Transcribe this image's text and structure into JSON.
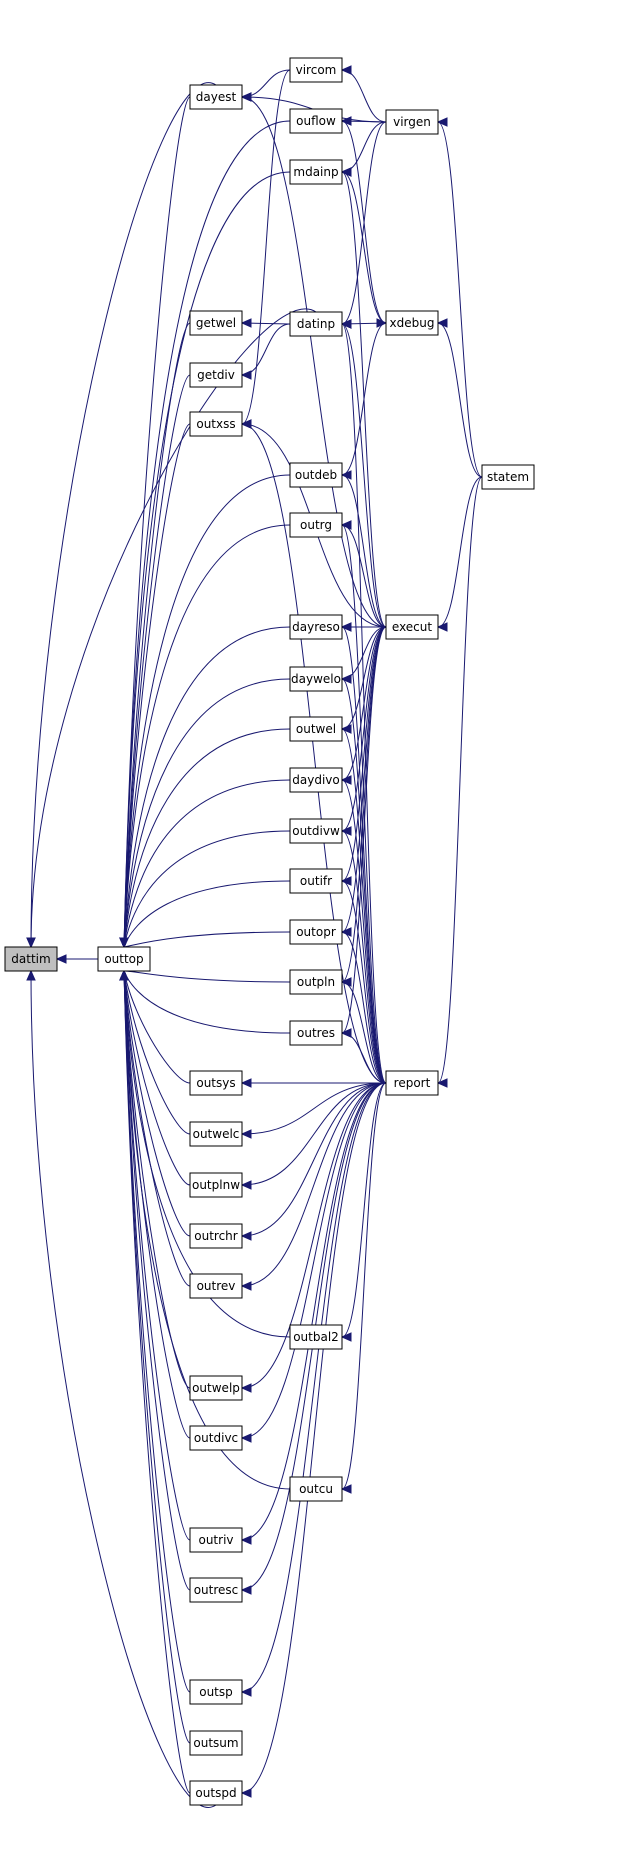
{
  "graph": {
    "edge_color": "#191970",
    "highlight_fill": "#bfbfbf",
    "nodes": [
      {
        "id": "dattim",
        "label": "dattim",
        "highlight": true
      },
      {
        "id": "outtop",
        "label": "outtop"
      },
      {
        "id": "dayest",
        "label": "dayest"
      },
      {
        "id": "vircom",
        "label": "vircom"
      },
      {
        "id": "ouflow",
        "label": "ouflow"
      },
      {
        "id": "virgen",
        "label": "virgen"
      },
      {
        "id": "mdainp",
        "label": "mdainp"
      },
      {
        "id": "getwel",
        "label": "getwel"
      },
      {
        "id": "datinp",
        "label": "datinp"
      },
      {
        "id": "xdebug",
        "label": "xdebug"
      },
      {
        "id": "getdiv",
        "label": "getdiv"
      },
      {
        "id": "outxss",
        "label": "outxss"
      },
      {
        "id": "statem",
        "label": "statem"
      },
      {
        "id": "outdeb",
        "label": "outdeb"
      },
      {
        "id": "outrg",
        "label": "outrg"
      },
      {
        "id": "dayreso",
        "label": "dayreso"
      },
      {
        "id": "execut",
        "label": "execut"
      },
      {
        "id": "daywelo",
        "label": "daywelo"
      },
      {
        "id": "outwel",
        "label": "outwel"
      },
      {
        "id": "daydivo",
        "label": "daydivo"
      },
      {
        "id": "outdivw",
        "label": "outdivw"
      },
      {
        "id": "outifr",
        "label": "outifr"
      },
      {
        "id": "outopr",
        "label": "outopr"
      },
      {
        "id": "outpln",
        "label": "outpln"
      },
      {
        "id": "outres",
        "label": "outres"
      },
      {
        "id": "outsys",
        "label": "outsys"
      },
      {
        "id": "report",
        "label": "report"
      },
      {
        "id": "outwelc",
        "label": "outwelc"
      },
      {
        "id": "outplnw",
        "label": "outplnw"
      },
      {
        "id": "outrchr",
        "label": "outrchr"
      },
      {
        "id": "outrev",
        "label": "outrev"
      },
      {
        "id": "outbal2",
        "label": "outbal2"
      },
      {
        "id": "outwelp",
        "label": "outwelp"
      },
      {
        "id": "outdivc",
        "label": "outdivc"
      },
      {
        "id": "outcu",
        "label": "outcu"
      },
      {
        "id": "outriv",
        "label": "outriv"
      },
      {
        "id": "outresc",
        "label": "outresc"
      },
      {
        "id": "outsp",
        "label": "outsp"
      },
      {
        "id": "outsum",
        "label": "outsum"
      },
      {
        "id": "outspd",
        "label": "outspd"
      }
    ],
    "edges": [
      {
        "from": "outtop",
        "to": "dattim"
      },
      {
        "from": "dayest",
        "to": "dattim"
      },
      {
        "from": "datinp",
        "to": "dattim"
      },
      {
        "from": "outspd",
        "to": "dattim"
      },
      {
        "from": "dayest",
        "to": "outtop"
      },
      {
        "from": "ouflow",
        "to": "outtop"
      },
      {
        "from": "mdainp",
        "to": "outtop"
      },
      {
        "from": "getwel",
        "to": "outtop"
      },
      {
        "from": "getdiv",
        "to": "outtop"
      },
      {
        "from": "outxss",
        "to": "outtop"
      },
      {
        "from": "outdeb",
        "to": "outtop"
      },
      {
        "from": "outrg",
        "to": "outtop"
      },
      {
        "from": "dayreso",
        "to": "outtop"
      },
      {
        "from": "daywelo",
        "to": "outtop"
      },
      {
        "from": "outwel",
        "to": "outtop"
      },
      {
        "from": "daydivo",
        "to": "outtop"
      },
      {
        "from": "outdivw",
        "to": "outtop"
      },
      {
        "from": "outifr",
        "to": "outtop"
      },
      {
        "from": "outopr",
        "to": "outtop"
      },
      {
        "from": "outpln",
        "to": "outtop"
      },
      {
        "from": "outres",
        "to": "outtop"
      },
      {
        "from": "outsys",
        "to": "outtop"
      },
      {
        "from": "outwelc",
        "to": "outtop"
      },
      {
        "from": "outplnw",
        "to": "outtop"
      },
      {
        "from": "outrchr",
        "to": "outtop"
      },
      {
        "from": "outrev",
        "to": "outtop"
      },
      {
        "from": "outbal2",
        "to": "outtop"
      },
      {
        "from": "outwelp",
        "to": "outtop"
      },
      {
        "from": "outdivc",
        "to": "outtop"
      },
      {
        "from": "outcu",
        "to": "outtop"
      },
      {
        "from": "outriv",
        "to": "outtop"
      },
      {
        "from": "outresc",
        "to": "outtop"
      },
      {
        "from": "outsp",
        "to": "outtop"
      },
      {
        "from": "outsum",
        "to": "outtop"
      },
      {
        "from": "outspd",
        "to": "outtop"
      },
      {
        "from": "vircom",
        "to": "dayest"
      },
      {
        "from": "virgen",
        "to": "dayest"
      },
      {
        "from": "execut",
        "to": "dayest"
      },
      {
        "from": "virgen",
        "to": "vircom"
      },
      {
        "from": "virgen",
        "to": "ouflow"
      },
      {
        "from": "xdebug",
        "to": "ouflow"
      },
      {
        "from": "statem",
        "to": "virgen"
      },
      {
        "from": "virgen",
        "to": "mdainp"
      },
      {
        "from": "xdebug",
        "to": "mdainp"
      },
      {
        "from": "execut",
        "to": "mdainp"
      },
      {
        "from": "datinp",
        "to": "getwel"
      },
      {
        "from": "datinp",
        "to": "getdiv"
      },
      {
        "from": "virgen",
        "to": "datinp"
      },
      {
        "from": "xdebug",
        "to": "datinp"
      },
      {
        "from": "execut",
        "to": "datinp"
      },
      {
        "from": "report",
        "to": "datinp"
      },
      {
        "from": "statem",
        "to": "xdebug"
      },
      {
        "from": "outdeb",
        "to": "xdebug"
      },
      {
        "from": "vircom",
        "to": "outxss"
      },
      {
        "from": "execut",
        "to": "outxss"
      },
      {
        "from": "report",
        "to": "outxss"
      },
      {
        "from": "execut",
        "to": "outdeb"
      },
      {
        "from": "execut",
        "to": "outrg"
      },
      {
        "from": "report",
        "to": "outrg"
      },
      {
        "from": "statem",
        "to": "execut"
      },
      {
        "from": "execut",
        "to": "dayreso"
      },
      {
        "from": "report",
        "to": "dayreso"
      },
      {
        "from": "execut",
        "to": "daywelo"
      },
      {
        "from": "report",
        "to": "daywelo"
      },
      {
        "from": "execut",
        "to": "outwel"
      },
      {
        "from": "report",
        "to": "outwel"
      },
      {
        "from": "execut",
        "to": "daydivo"
      },
      {
        "from": "report",
        "to": "daydivo"
      },
      {
        "from": "execut",
        "to": "outdivw"
      },
      {
        "from": "report",
        "to": "outdivw"
      },
      {
        "from": "execut",
        "to": "outifr"
      },
      {
        "from": "report",
        "to": "outifr"
      },
      {
        "from": "execut",
        "to": "outopr"
      },
      {
        "from": "report",
        "to": "outopr"
      },
      {
        "from": "execut",
        "to": "outpln"
      },
      {
        "from": "report",
        "to": "outpln"
      },
      {
        "from": "execut",
        "to": "outres"
      },
      {
        "from": "report",
        "to": "outres"
      },
      {
        "from": "statem",
        "to": "report"
      },
      {
        "from": "report",
        "to": "outsys"
      },
      {
        "from": "report",
        "to": "outwelc"
      },
      {
        "from": "report",
        "to": "outplnw"
      },
      {
        "from": "report",
        "to": "outrchr"
      },
      {
        "from": "report",
        "to": "outrev"
      },
      {
        "from": "report",
        "to": "outbal2"
      },
      {
        "from": "report",
        "to": "outwelp"
      },
      {
        "from": "report",
        "to": "outdivc"
      },
      {
        "from": "report",
        "to": "outcu"
      },
      {
        "from": "report",
        "to": "outriv"
      },
      {
        "from": "report",
        "to": "outresc"
      },
      {
        "from": "report",
        "to": "outsp"
      },
      {
        "from": "report",
        "to": "outspd"
      }
    ]
  }
}
